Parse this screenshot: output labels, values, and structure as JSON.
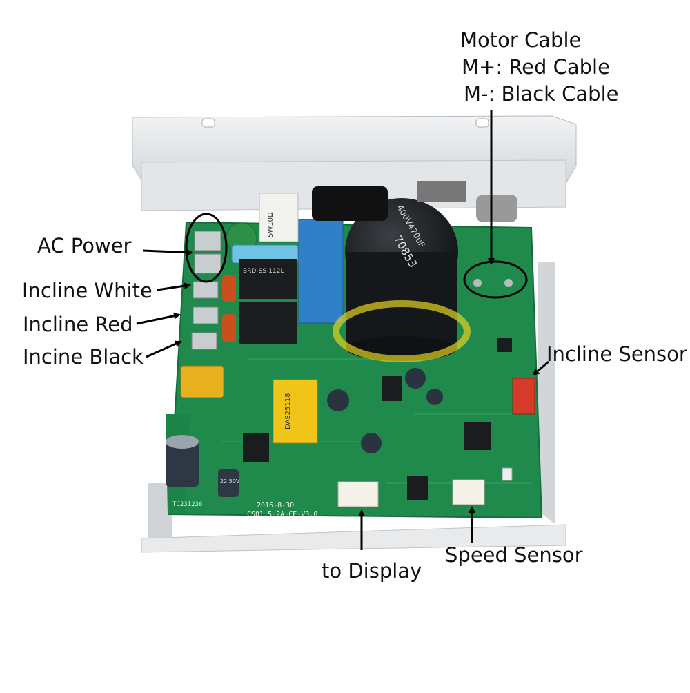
{
  "labels": {
    "motor_cable": "Motor Cable",
    "motor_plus": "M+: Red Cable",
    "motor_minus": "M-: Black Cable",
    "ac_power": "AC Power",
    "incline_white": "Incline White",
    "incline_red": "Incline Red",
    "incine_black": "Incine Black",
    "incline_sensor": "Incline Sensor",
    "to_display": "to Display",
    "speed_sensor": "Speed Sensor"
  },
  "board_print": {
    "date": "2016-8-30",
    "model": "CS01.5-2A-CE-V3.0",
    "serial": "TC231236",
    "capacitor": "400V470uF",
    "capacitor_code": "70853",
    "relay": "BRD-SS-112L",
    "transformer": "DAS25118",
    "resistor": "5W10Ω",
    "small_cap": "22 50V"
  },
  "colors": {
    "pcb": "#1f8a4c",
    "heatsink": "#d9dde0",
    "arrow": "#000000",
    "callout_circle": "#000000"
  }
}
